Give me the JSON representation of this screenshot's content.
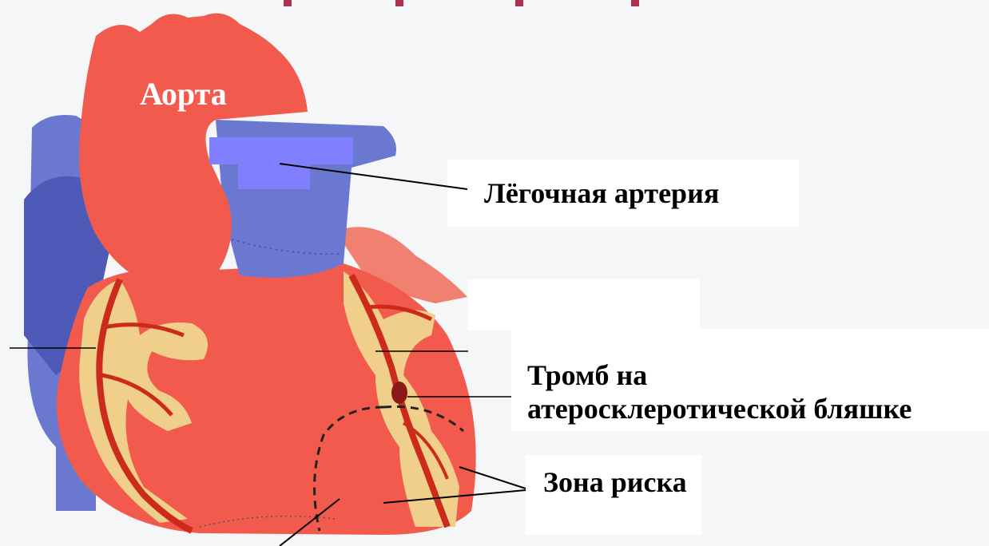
{
  "labels": {
    "aorta": "Аорта",
    "pulmonary_artery": "Лёгочная артерия",
    "thrombus_line1": "Тромб на",
    "thrombus_line2": "атеросклеротической бляшке",
    "risk_zone": "Зона риска"
  },
  "colors": {
    "myocardium": "#f25a4e",
    "vein_blue": "#6b78cf",
    "vein_dark": "#4e5ab8",
    "fat_yellow": "#f0cf8a",
    "artery_red": "#cc2a1a",
    "thrombus": "#8a1a1a",
    "highlight_box": "#8080ff"
  }
}
